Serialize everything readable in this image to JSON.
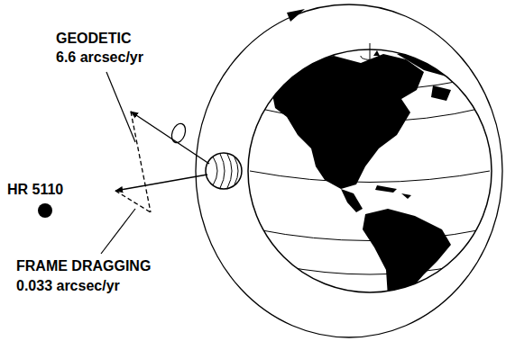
{
  "diagram": {
    "labels": [
      "GEODETIC",
      "6.6 arcsec/yr",
      "HR 5110",
      "FRAME DRAGGING",
      "0.033 arcsec/yr"
    ]
  }
}
